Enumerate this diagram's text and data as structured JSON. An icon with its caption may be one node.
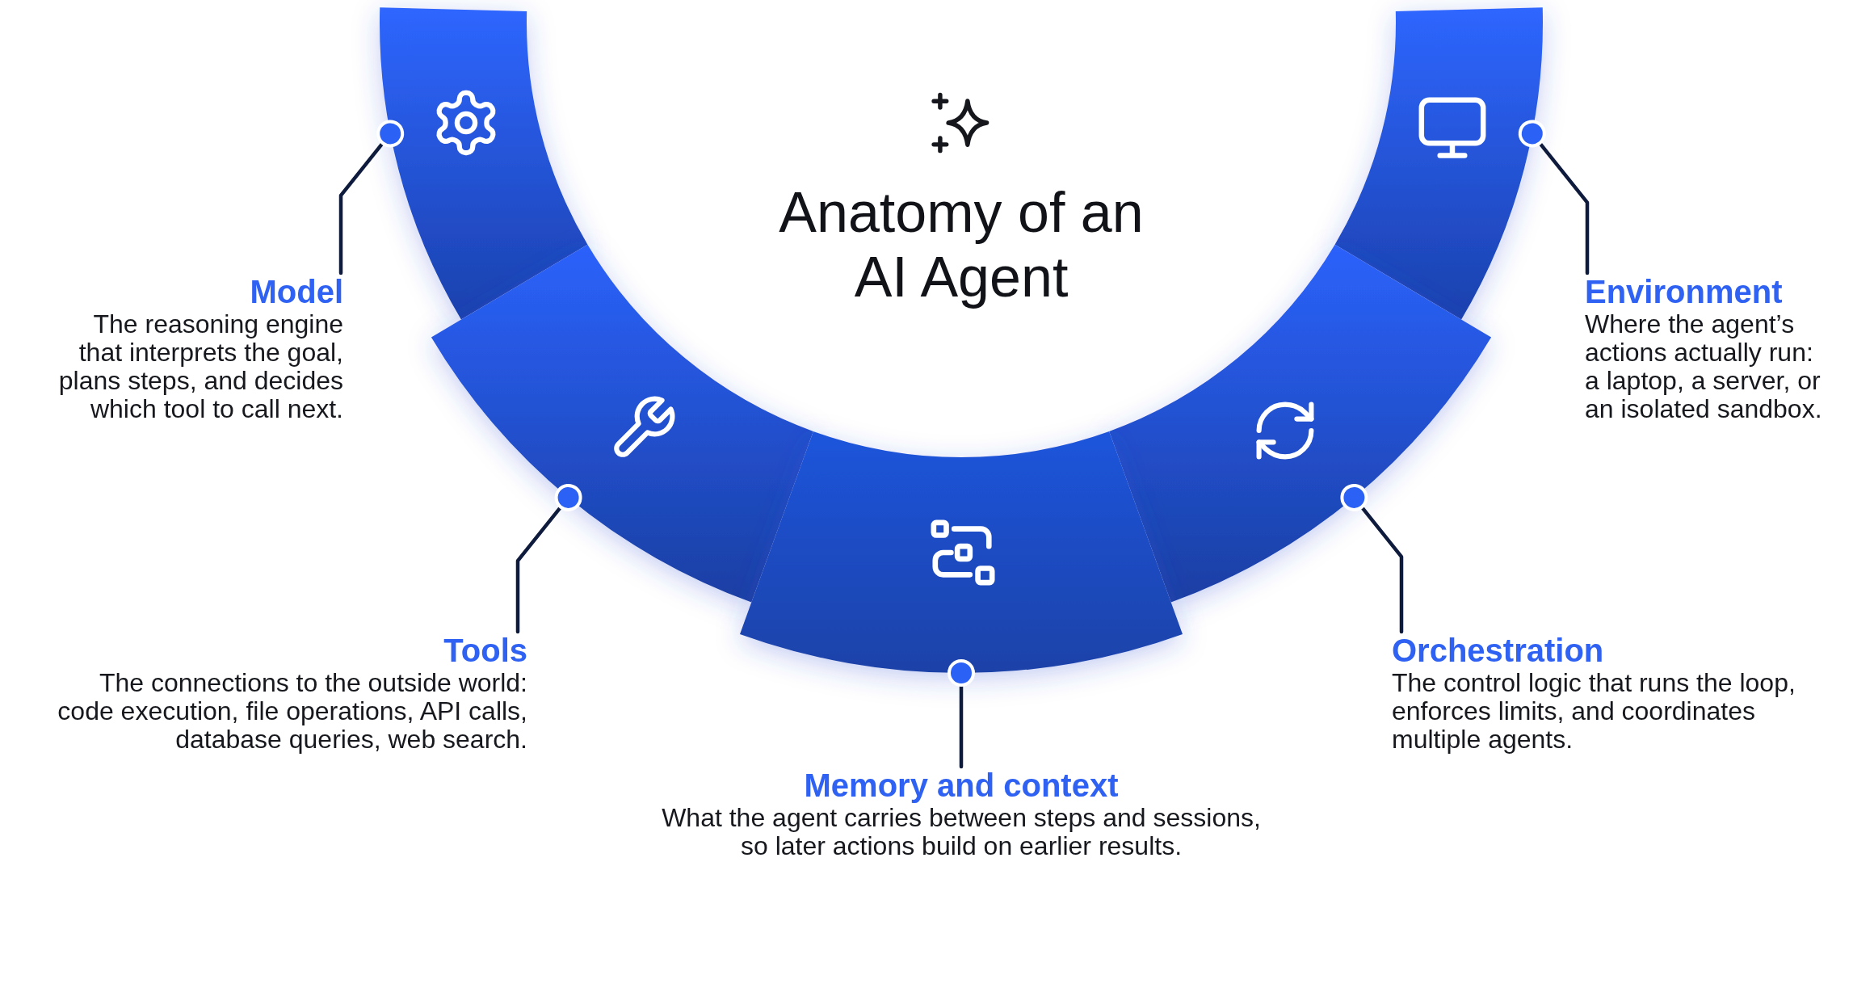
{
  "diagram": {
    "title": "Anatomy of an AI Agent",
    "nodes": [
      {
        "text": [],
        "shape": "segment"
      },
      {
        "text": [],
        "shape": "segment"
      },
      {
        "text": [
          "Model",
          "The reasoning engine that interprets the goal, plans steps, and decides which tool to call next."
        ]
      },
      {
        "text": [
          "Environment",
          "Where the agent’s actions actually run: a laptop, a server, or an isolated sandbox."
        ]
      },
      {
        "text": [],
        "shape": "segment"
      },
      {
        "text": [],
        "shape": "segment"
      },
      {
        "text": [],
        "shape": "segment"
      },
      {
        "text": [
          "Tools",
          "The connections to the outside world: code execution, file operations, API calls, database queries, web search."
        ]
      },
      {
        "text": [
          "Orchestration",
          "The control logic that runs the loop, enforces limits, and coordinates multiple agents."
        ]
      },
      {
        "text": [
          "Memory and context",
          "What the agent carries between steps and sessions, so later actions build on earlier results."
        ]
      }
    ],
    "edges": [
      {
        "from": 2,
        "to": 0,
        "arrow": "other"
      },
      {
        "from": 3,
        "to": 1,
        "arrow": "other"
      },
      {
        "from": 7,
        "to": 4,
        "arrow": "other"
      },
      {
        "from": 8,
        "to": 5,
        "arrow": "other"
      },
      {
        "from": 9,
        "to": 6,
        "arrow": "other"
      }
    ]
  }
}
